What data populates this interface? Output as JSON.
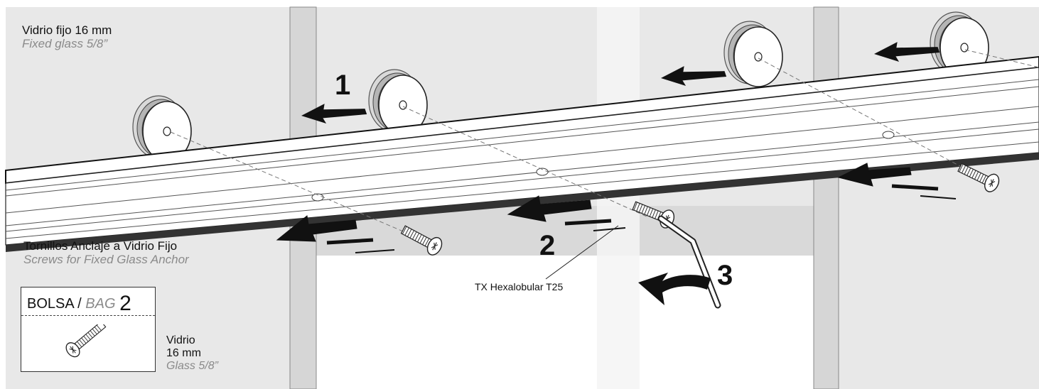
{
  "labels": {
    "fixed_glass": "Vidrio fijo 16 mm",
    "fixed_glass_en": "Fixed glass 5/8”",
    "screws": "Tornillos Anclaje a Vidrio Fijo",
    "screws_en": "Screws for Fixed Glass Anchor",
    "glass_line1": "Vidrio",
    "glass_line2": "16 mm",
    "glass_en": "Glass 5/8”",
    "tool": "TX Hexalobular T25"
  },
  "bag": {
    "label": "BOLSA",
    "separator": " / ",
    "label_en": "BAG",
    "number": "2"
  },
  "steps": {
    "one": "1",
    "two": "2",
    "three": "3"
  },
  "colors": {
    "fixed_glass_panel": "#e8e8e8",
    "frame_post": "#d6d6d6",
    "rail_fill": "#ffffff",
    "ink": "#111111",
    "secondary_text": "#8a8a8a"
  }
}
